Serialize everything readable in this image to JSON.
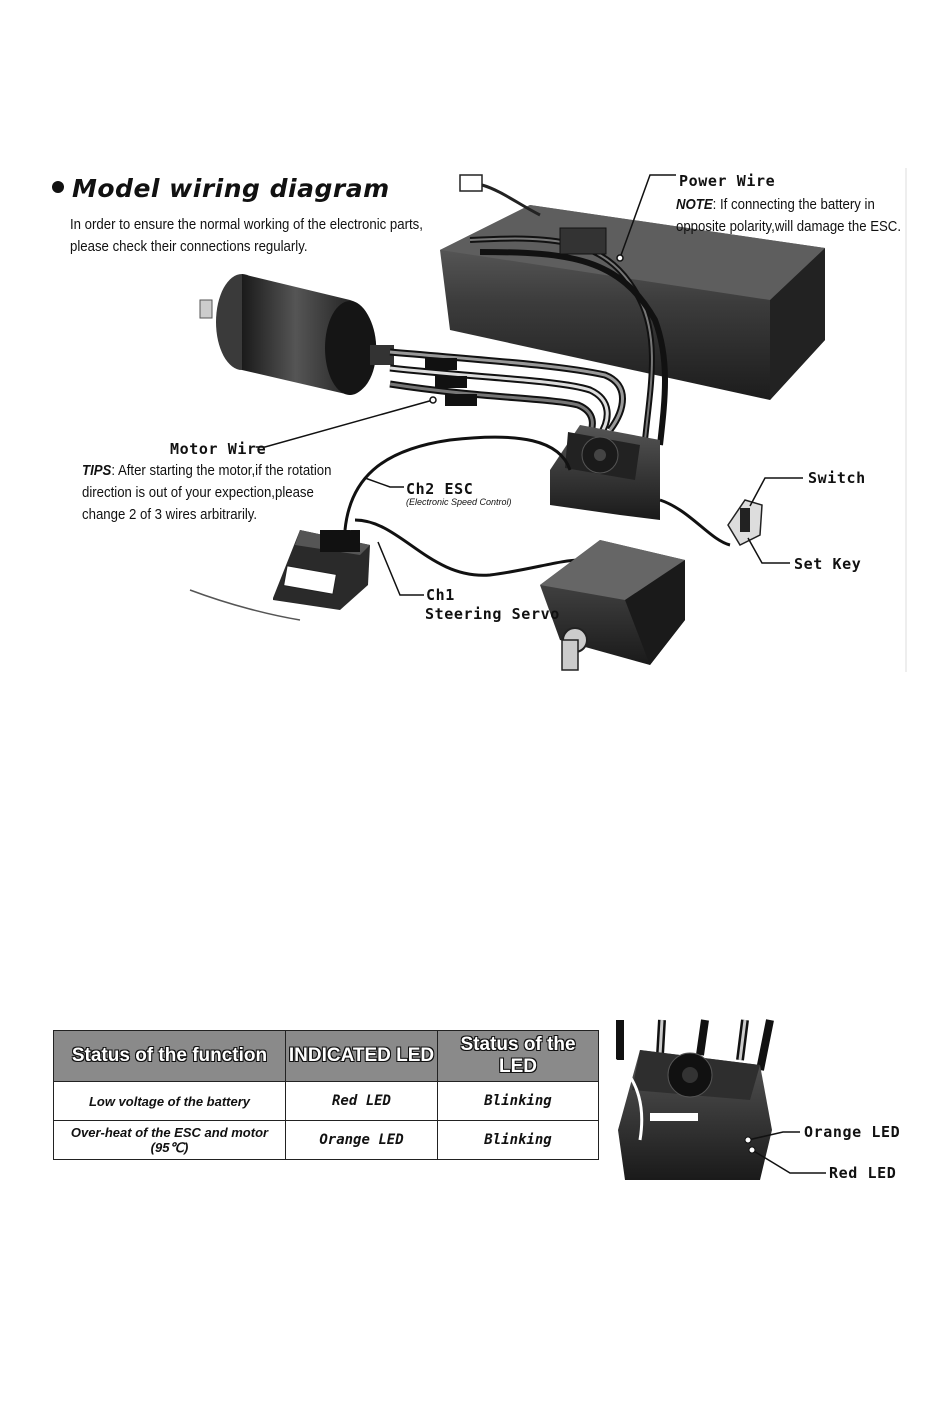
{
  "section": {
    "title": "Model wiring diagram",
    "intro_line1": "In order to ensure the normal working of the electronic parts,",
    "intro_line2": "please check their connections regularly."
  },
  "callouts": {
    "power_wire": "Power Wire",
    "note_label": "NOTE",
    "note_line1": ": If connecting the battery  in",
    "note_line2": "opposite polarity,will  damage the ESC.",
    "motor_wire": "Motor Wire",
    "tips_label": "TIPS",
    "tips_line1": ": After starting the motor,if the rotation",
    "tips_line2": "direction is out of your expection,please",
    "tips_line3": "change 2 of 3 wires arbitrarily.",
    "ch2_esc": "Ch2 ESC",
    "ch2_sub": "(Electronic Speed Control)",
    "switch": "Switch",
    "set_key": "Set Key",
    "ch1": "Ch1",
    "steering_servo": "Steering Servo"
  },
  "led_table": {
    "headers": [
      "Status of the function",
      "INDICATED LED",
      "Status of the LED"
    ],
    "rows": [
      [
        "Low voltage of the battery",
        "Red LED",
        "Blinking"
      ],
      [
        "Over-heat of the ESC and motor (95℃)",
        "Orange LED",
        "Blinking"
      ]
    ]
  },
  "esc_labels": {
    "orange_led": "Orange LED",
    "red_led": "Red LED"
  },
  "colors": {
    "text": "#111111",
    "header_bg": "#8a8a8a",
    "device_dark": "#2a2a2a"
  }
}
